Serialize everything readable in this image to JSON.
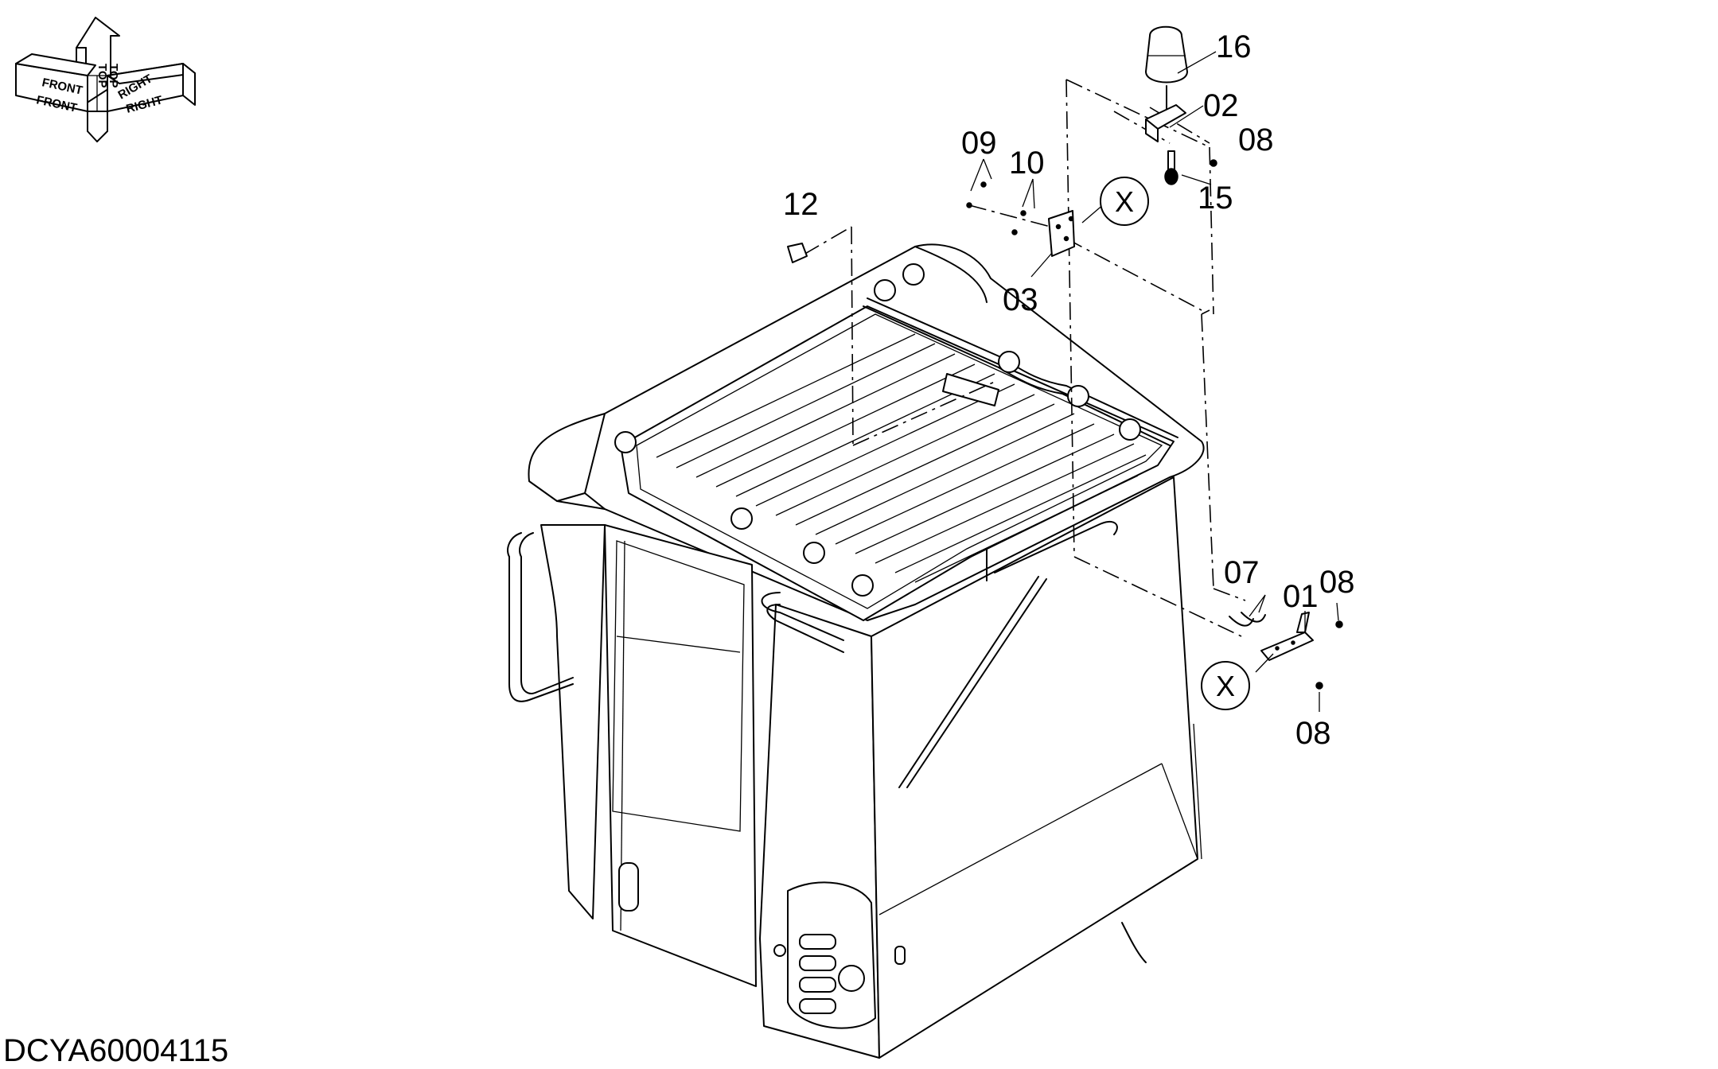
{
  "orientation": {
    "top": "TOP",
    "front": "FRONT",
    "right": "RIGHT"
  },
  "callouts": {
    "p16": "16",
    "p02": "02",
    "p08a": "08",
    "p15": "15",
    "p09": "09",
    "p10": "10",
    "p12": "12",
    "p03": "03",
    "p07": "07",
    "p01": "01",
    "p08b": "08",
    "p08c": "08",
    "viewA": "X",
    "viewB": "X"
  },
  "drawing_ref": "DCYA60004115"
}
